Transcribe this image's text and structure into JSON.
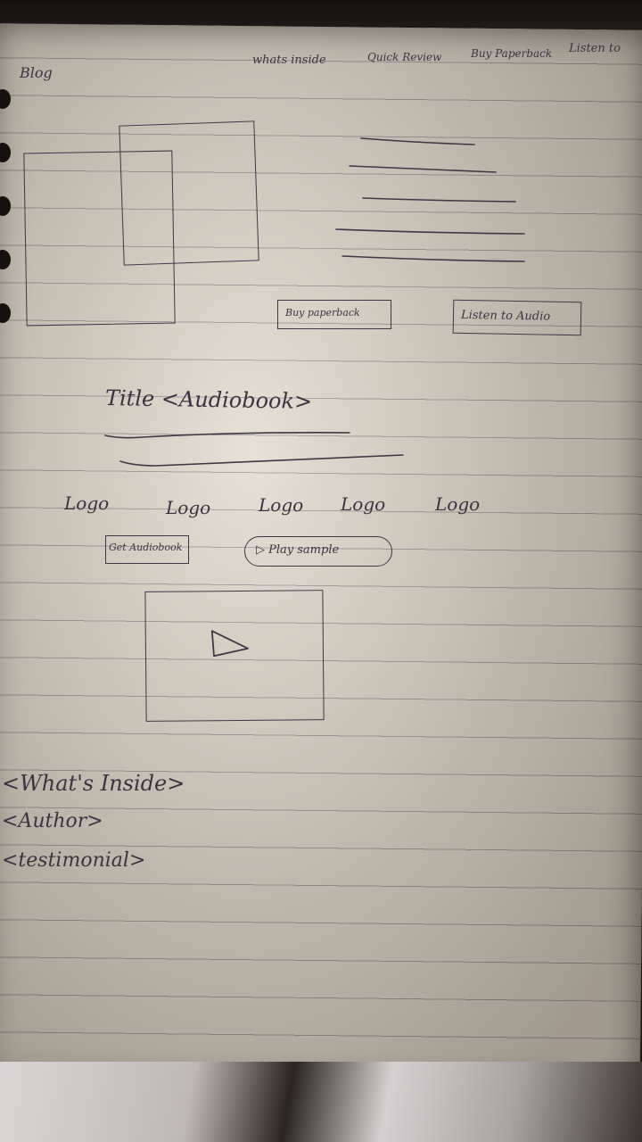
{
  "nav": {
    "brand": "Blog",
    "links": [
      "whats inside",
      "Quick Review",
      "Buy Paperback",
      "Listen to"
    ]
  },
  "hero": {
    "buttons": {
      "buy_paperback": "Buy paperback",
      "listen_audio": "Listen to Audio"
    }
  },
  "audiobook": {
    "title": "Title <Audiobook>",
    "logos": [
      "Logo",
      "Logo",
      "Logo",
      "Logo",
      "Logo"
    ],
    "get_button": "Get Audiobook",
    "sample_button": "▷ Play sample"
  },
  "sections": [
    "<What's Inside>",
    "<Author>",
    "<testimonial>"
  ],
  "colors": {
    "paper": "#e3ddd1",
    "ink": "#3b3440",
    "rule_lines": "#6e6e78"
  },
  "icons": {
    "play": "play-triangle-icon"
  }
}
